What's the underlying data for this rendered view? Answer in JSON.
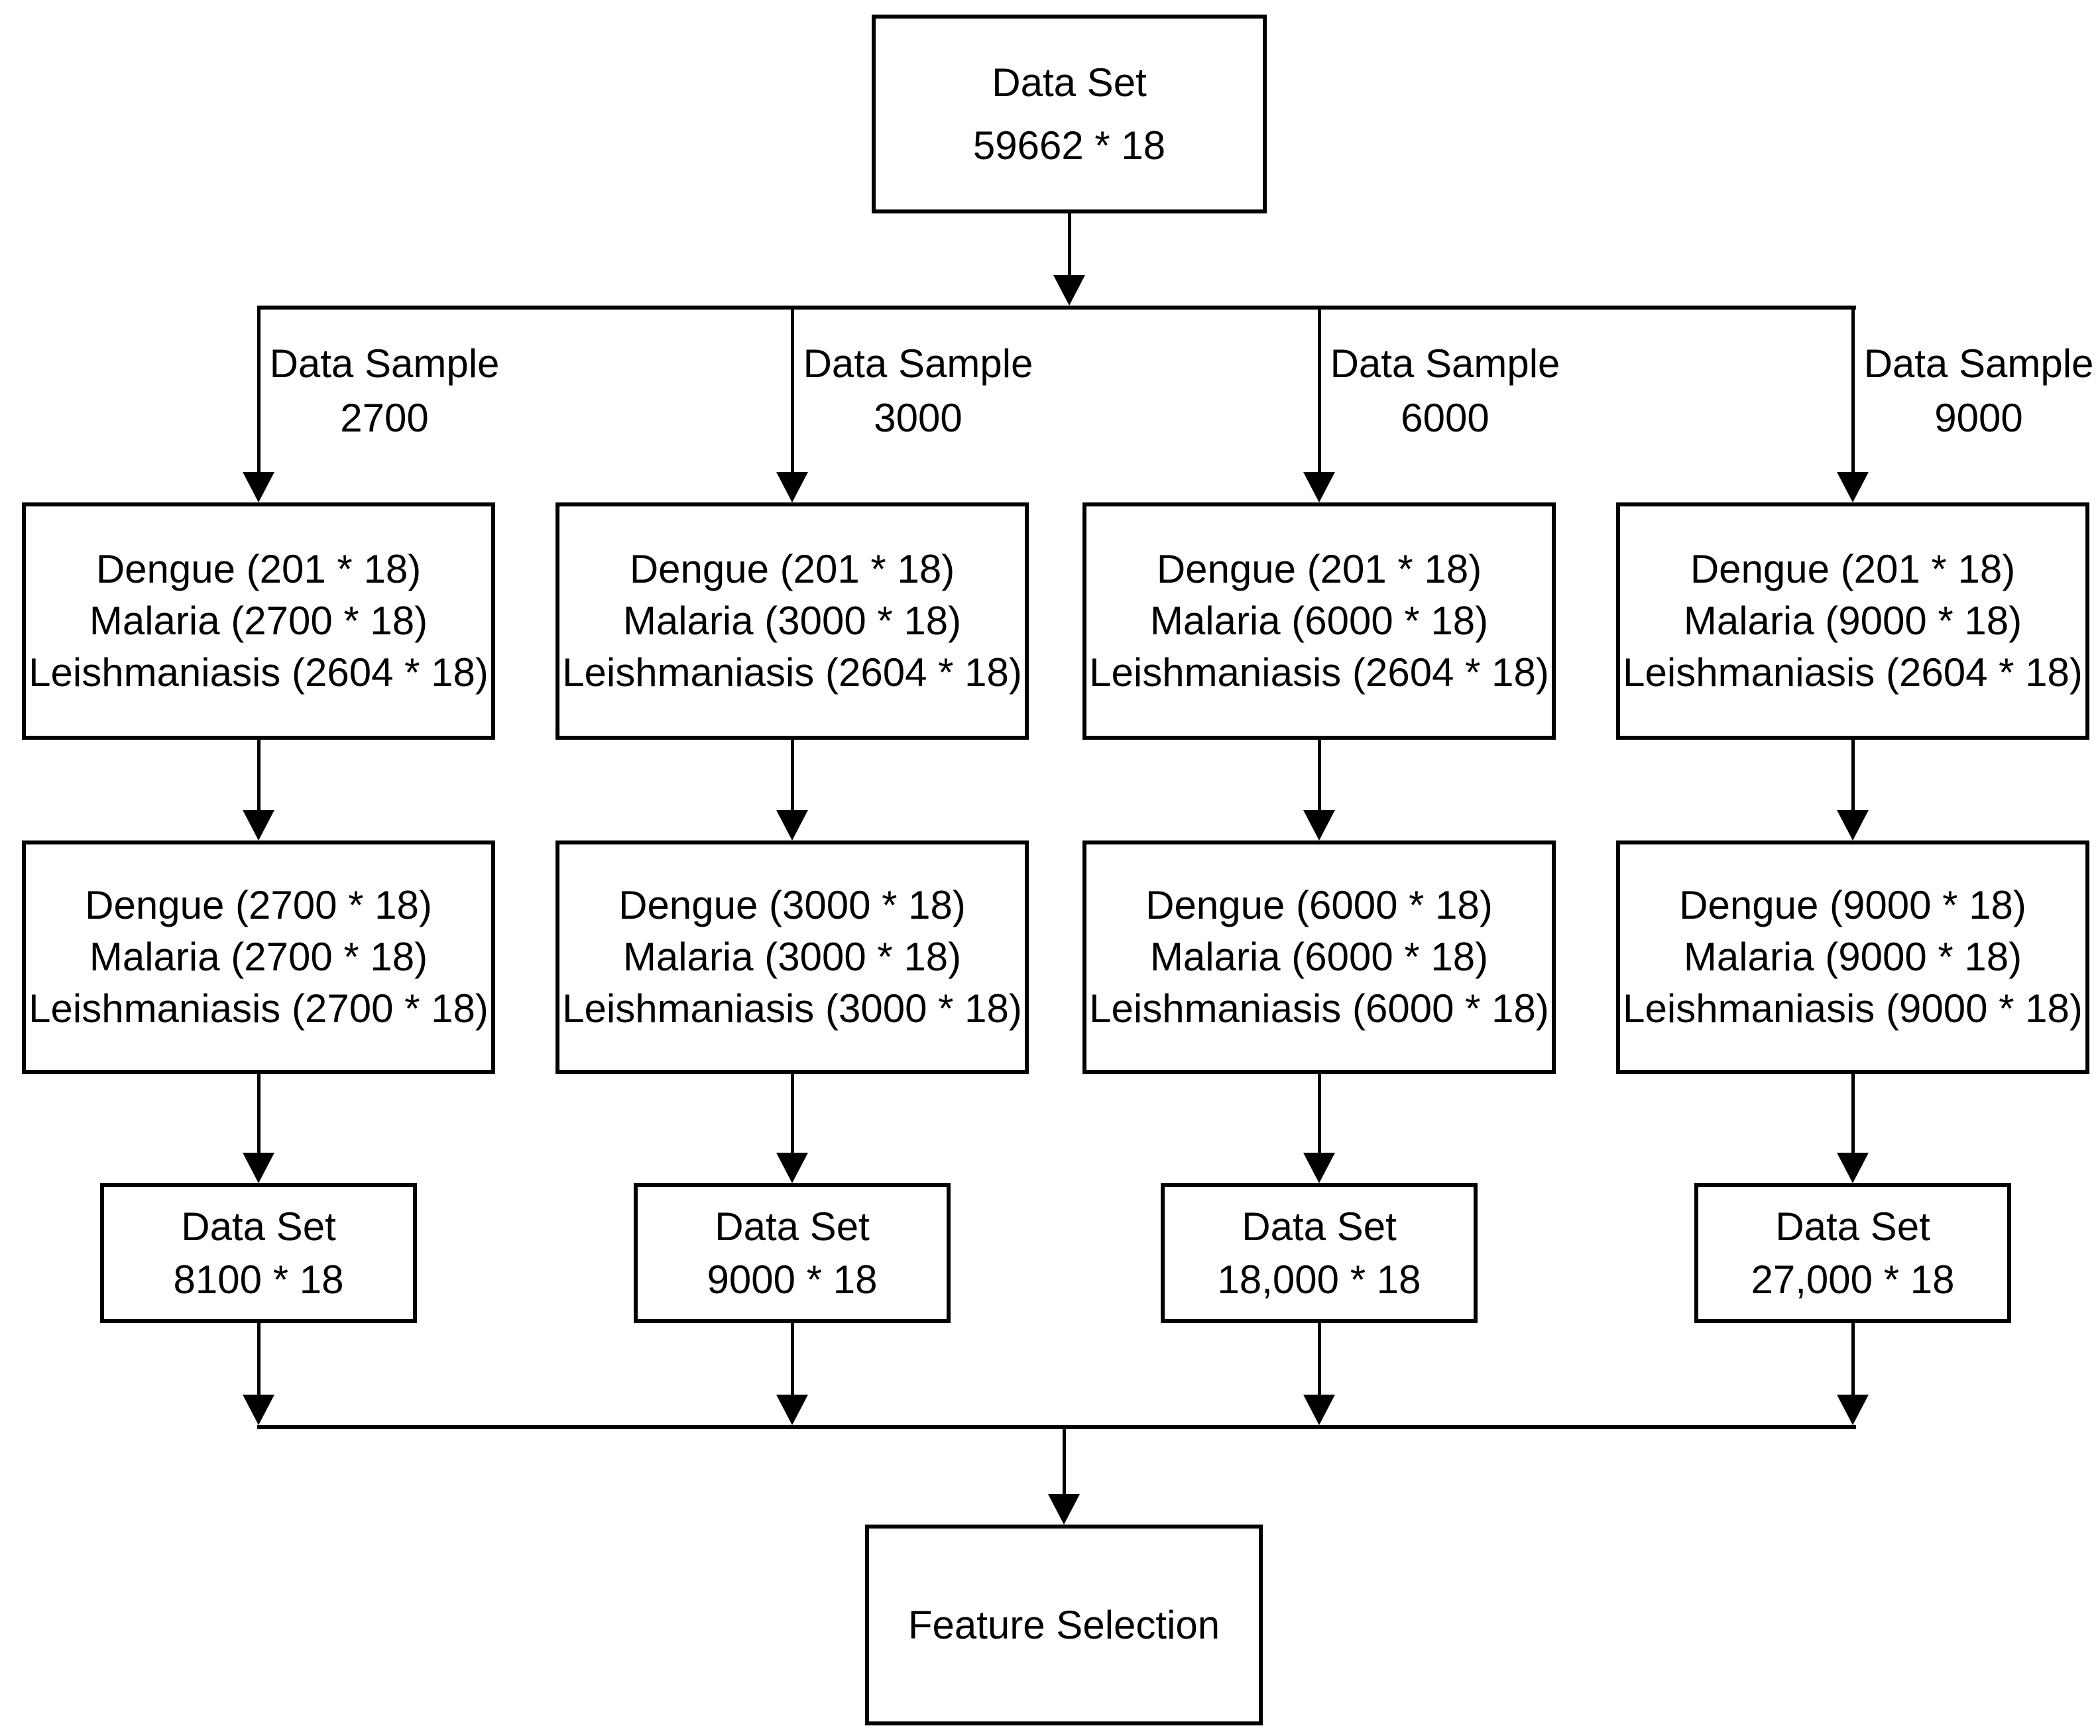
{
  "diagram": {
    "root_box": {
      "title": "Data Set",
      "dimensions": "59662 * 18"
    },
    "branches": [
      {
        "sample_label": "Data Sample",
        "sample_size": "2700",
        "sampled_box": [
          "Dengue (201 * 18)",
          "Malaria (2700 * 18)",
          "Leishmaniasis (2604 * 18)"
        ],
        "balanced_box": [
          "Dengue (2700 * 18)",
          "Malaria (2700 * 18)",
          "Leishmaniasis (2700 * 18)"
        ],
        "dataset_box": {
          "title": "Data Set",
          "dimensions": "8100 * 18"
        }
      },
      {
        "sample_label": "Data Sample",
        "sample_size": "3000",
        "sampled_box": [
          "Dengue (201 * 18)",
          "Malaria (3000 * 18)",
          "Leishmaniasis (2604 * 18)"
        ],
        "balanced_box": [
          "Dengue (3000 * 18)",
          "Malaria (3000 * 18)",
          "Leishmaniasis (3000 * 18)"
        ],
        "dataset_box": {
          "title": "Data Set",
          "dimensions": "9000 * 18"
        }
      },
      {
        "sample_label": "Data Sample",
        "sample_size": "6000",
        "sampled_box": [
          "Dengue (201 * 18)",
          "Malaria (6000 * 18)",
          "Leishmaniasis (2604 * 18)"
        ],
        "balanced_box": [
          "Dengue (6000 * 18)",
          "Malaria (6000 * 18)",
          "Leishmaniasis (6000 * 18)"
        ],
        "dataset_box": {
          "title": "Data Set",
          "dimensions": "18,000 * 18"
        }
      },
      {
        "sample_label": "Data Sample",
        "sample_size": "9000",
        "sampled_box": [
          "Dengue (201 * 18)",
          "Malaria (9000 * 18)",
          "Leishmaniasis (2604 * 18)"
        ],
        "balanced_box": [
          "Dengue (9000 * 18)",
          "Malaria (9000 * 18)",
          "Leishmaniasis (9000 * 18)"
        ],
        "dataset_box": {
          "title": "Data Set",
          "dimensions": "27,000 * 18"
        }
      }
    ],
    "sink_box": {
      "label": "Feature Selection"
    },
    "colors": {
      "stroke": "#000000",
      "background": "#ffffff",
      "text": "#000000"
    }
  }
}
